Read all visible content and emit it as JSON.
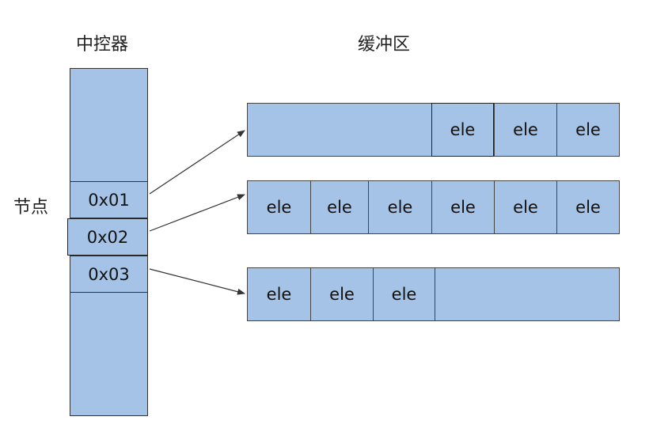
{
  "labels": {
    "controller": "中控器",
    "buffer": "缓冲区",
    "node": "节点"
  },
  "nodes": [
    {
      "label": "0x01"
    },
    {
      "label": "0x02"
    },
    {
      "label": "0x03"
    }
  ],
  "buffers": [
    {
      "cells": [
        "ele",
        "ele",
        "ele"
      ],
      "fill": "right"
    },
    {
      "cells": [
        "ele",
        "ele",
        "ele",
        "ele",
        "ele",
        "ele"
      ],
      "fill": "full"
    },
    {
      "cells": [
        "ele",
        "ele",
        "ele"
      ],
      "fill": "left"
    }
  ],
  "colors": {
    "box_fill": "#a5c3e6",
    "border": "#333333",
    "arrow": "#333333"
  }
}
